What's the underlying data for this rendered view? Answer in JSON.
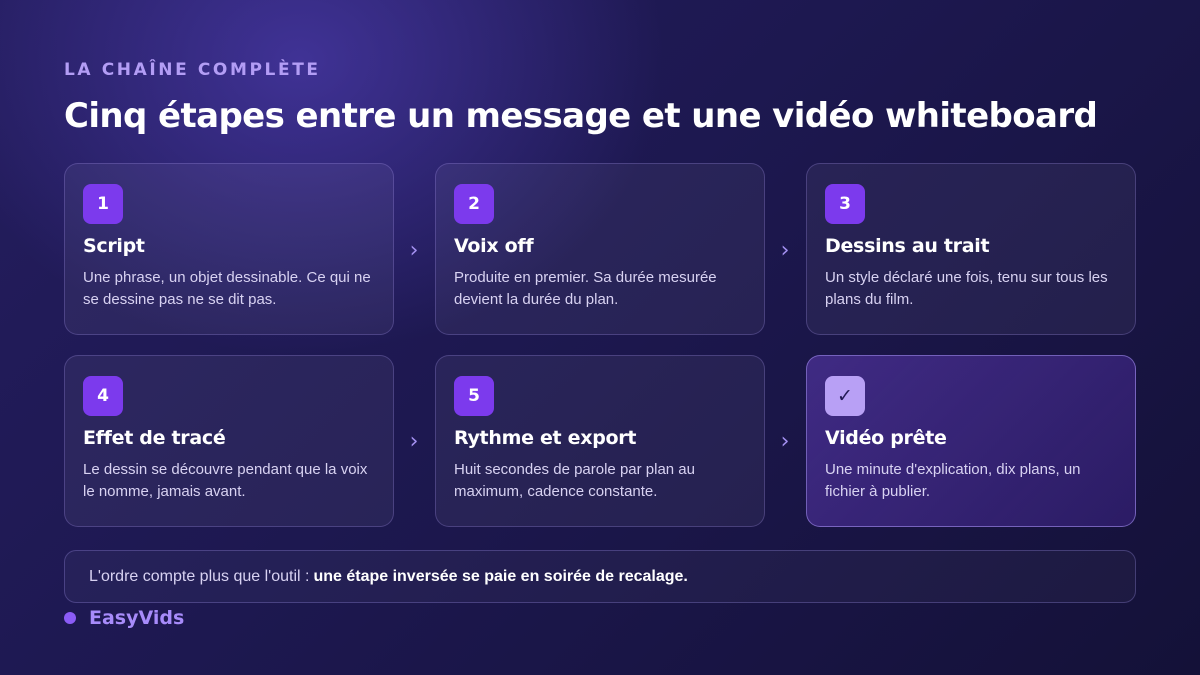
{
  "header": {
    "eyebrow": "LA CHAÎNE COMPLÈTE",
    "title": "Cinq étapes entre un message et une vidéo whiteboard"
  },
  "steps": [
    {
      "badge": "1",
      "title": "Script",
      "text": "Une phrase, un objet dessinable. Ce qui ne se dessine pas ne se dit pas."
    },
    {
      "badge": "2",
      "title": "Voix off",
      "text": "Produite en premier. Sa durée mesurée devient la durée du plan."
    },
    {
      "badge": "3",
      "title": "Dessins au trait",
      "text": "Un style déclaré une fois, tenu sur tous les plans du film."
    },
    {
      "badge": "4",
      "title": "Effet de tracé",
      "text": "Le dessin se découvre pendant que la voix le nomme, jamais avant."
    },
    {
      "badge": "5",
      "title": "Rythme et export",
      "text": "Huit secondes de parole par plan au maximum, cadence constante."
    },
    {
      "badge": "✓",
      "title": "Vidéo prête",
      "text": "Une minute d'explication, dix plans, un fichier à publier."
    }
  ],
  "arrows": [
    "›",
    "›",
    "›",
    "›"
  ],
  "note": {
    "prefix": "L'ordre compte plus que l'outil :",
    "emphasis": "une étape inversée se paie en soirée de recalage."
  },
  "brand": {
    "name": "EasyVids"
  },
  "colors": {
    "accent": "#7c3aed",
    "accent_light": "#a78bfa",
    "eyebrow": "#b39df5",
    "check_badge": "#b8a0f5"
  }
}
